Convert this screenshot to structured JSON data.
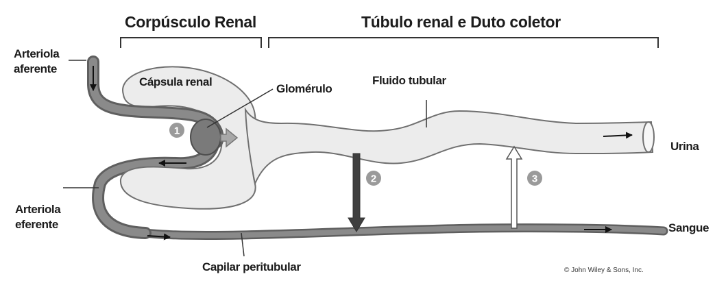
{
  "headers": {
    "corpusculo": "Corpúsculo Renal",
    "tubulo": "Túbulo renal e Duto coletor"
  },
  "labels": {
    "arteriola_aferente": "Arteriola\naferente",
    "capsula_renal": "Cápsula renal",
    "glomerulo": "Glomérulo",
    "fluido_tubular": "Fluido tubular",
    "urina": "Urina",
    "arteriola_eferente": "Arteriola\neferente",
    "sangue": "Sangue",
    "capilar_peritubular": "Capilar peritubular"
  },
  "steps": [
    {
      "number": "1"
    },
    {
      "number": "2"
    },
    {
      "number": "3"
    }
  ],
  "copyright": "© John Wiley & Sons, Inc.",
  "colors": {
    "vessel": "#7d7d7d",
    "vessel_dark": "#555555",
    "capsule_fill": "#ededed",
    "outline": "#707070",
    "step_circle": "#999999",
    "arrow_dark": "#3f3f3f"
  }
}
